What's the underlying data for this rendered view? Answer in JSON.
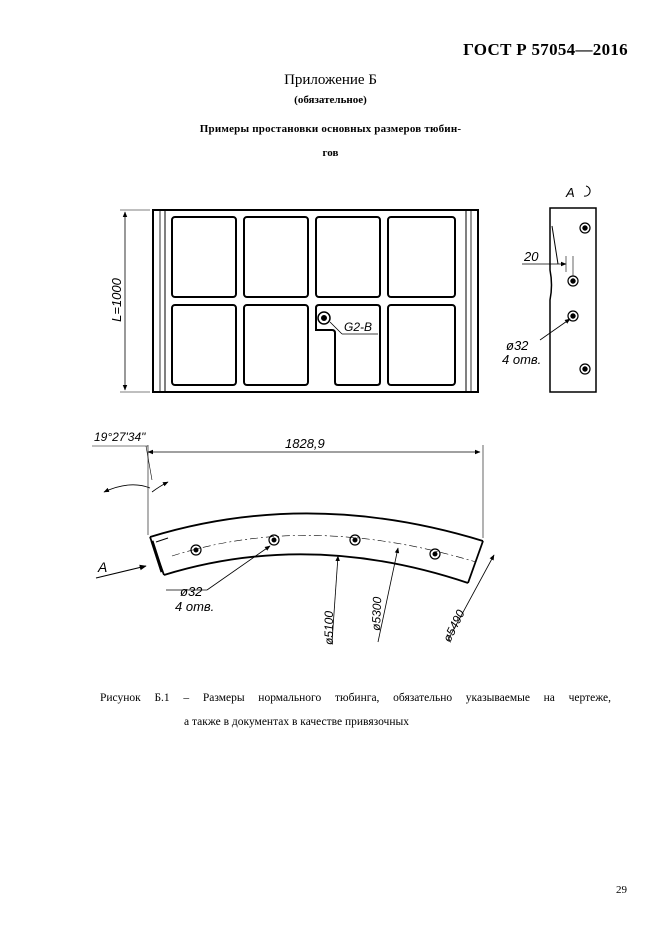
{
  "header": {
    "standard_id": "ГОСТ Р 57054—2016"
  },
  "appendix": {
    "title": "Приложение Б",
    "subtitle": "(обязательное)"
  },
  "heading": {
    "line1": "Примеры простановки основных размеров тюбин-",
    "line2": "гов"
  },
  "figure": {
    "front_view": {
      "length_label": "L=1000",
      "grout_label": "G2-B"
    },
    "side_view": {
      "view_label": "А",
      "offset_label": "20",
      "hole_dia": "ø32",
      "hole_count": "4 отв."
    },
    "arc_view": {
      "angle_label": "19°27'34\"",
      "chord_label": "1828,9",
      "view_arrow_label": "A",
      "hole_dia": "ø32",
      "hole_count": "4 отв.",
      "dia_inner": "ø5100",
      "dia_mid": "ø5300",
      "dia_outer": "ø5490"
    }
  },
  "caption": {
    "line1": "Рисунок Б.1 – Размеры нормального тюбинга, обязательно указываемые на чертеже,",
    "line2": "а также в документах в качестве привязочных"
  },
  "footer": {
    "page_number": "29"
  }
}
